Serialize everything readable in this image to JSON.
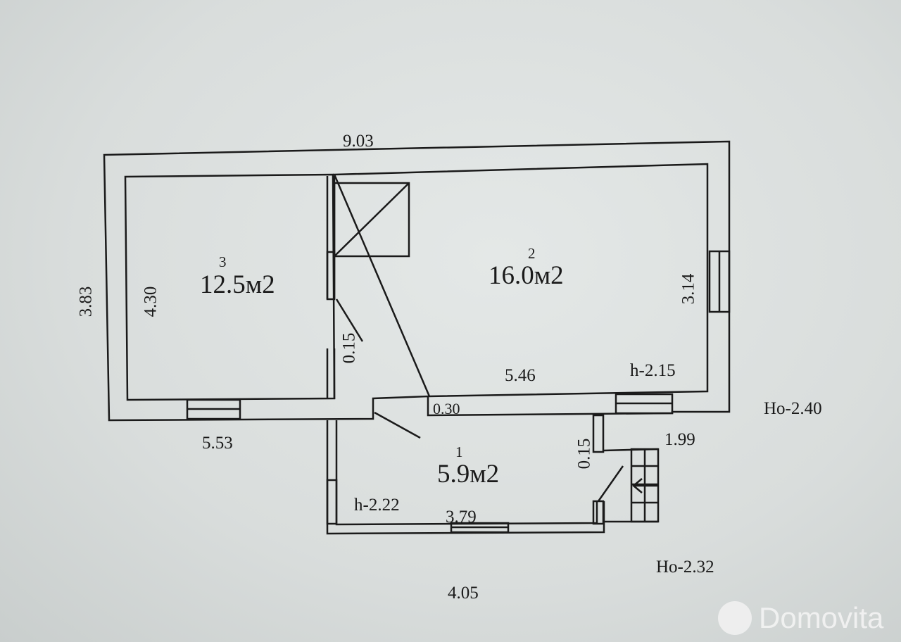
{
  "rooms": [
    {
      "number": "3",
      "area": "12.5м2"
    },
    {
      "number": "2",
      "area": "16.0м2"
    },
    {
      "number": "1",
      "area": "5.9м2"
    }
  ],
  "dimensions": {
    "top_length": "9.03",
    "left_height": "3.83",
    "room3_height": "4.30",
    "partition_thickness": "0.15",
    "room2_height": "3.14",
    "room2_width": "5.46",
    "room2_ceiling": "h-2.15",
    "wall_thickness": "0.30",
    "outer_height_right": "Ho-2.40",
    "bottom_left_length": "5.53",
    "porch_width": "1.99",
    "porch_partition": "0.15",
    "hall_ceiling": "h-2.22",
    "hall_width": "3.79",
    "outer_height_bottom": "Ho-2.32",
    "bottom_length": "4.05"
  },
  "watermark": {
    "text": "Domovita",
    "color": "#f4f4f4"
  },
  "colors": {
    "ink": "#1a1a1a",
    "paper": "#dfe3e2"
  }
}
